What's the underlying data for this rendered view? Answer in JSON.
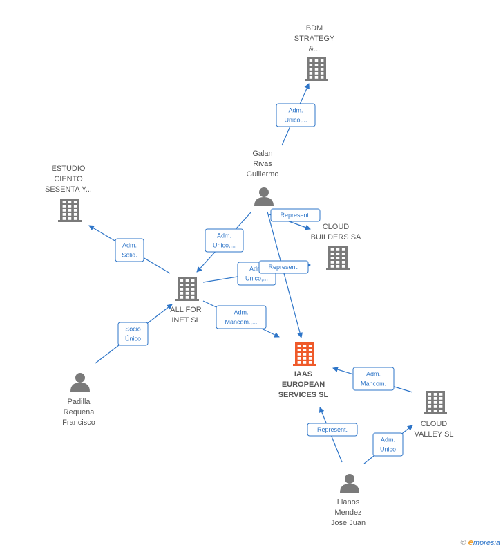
{
  "colors": {
    "edge": "#2e75c8",
    "node": "#7a7a7a",
    "main_node": "#ef5a2a"
  },
  "nodes": {
    "bdm": {
      "lines": [
        "BDM",
        "STRATEGY",
        "&..."
      ],
      "icon": "building-icon"
    },
    "galan": {
      "lines": [
        "Galan",
        "Rivas",
        "Guillermo"
      ],
      "icon": "person-icon"
    },
    "estudio": {
      "lines": [
        "ESTUDIO",
        "CIENTO",
        "SESENTA Y..."
      ],
      "icon": "building-icon"
    },
    "cloud_builders": {
      "lines": [
        "CLOUD",
        "BUILDERS SA"
      ],
      "icon": "building-icon"
    },
    "allfor": {
      "lines": [
        "ALL FOR",
        "INET SL"
      ],
      "icon": "building-icon"
    },
    "iaas": {
      "lines": [
        "IAAS",
        "EUROPEAN",
        "SERVICES  SL"
      ],
      "icon": "building-icon"
    },
    "padilla": {
      "lines": [
        "Padilla",
        "Requena",
        "Francisco"
      ],
      "icon": "person-icon"
    },
    "cloud_valley": {
      "lines": [
        "CLOUD",
        "VALLEY  SL"
      ],
      "icon": "building-icon"
    },
    "llanos": {
      "lines": [
        "Llanos",
        "Mendez",
        "Jose Juan"
      ],
      "icon": "person-icon"
    }
  },
  "edges": [
    {
      "id": "galan-bdm",
      "lines": [
        "Adm.",
        "Unico,..."
      ]
    },
    {
      "id": "galan-cloudbuilders",
      "lines": [
        "Represent."
      ]
    },
    {
      "id": "galan-allfor",
      "lines": [
        "Adm.",
        "Unico,..."
      ]
    },
    {
      "id": "allfor-cloudbuilders",
      "lines": [
        "Adm.",
        "Unico,..."
      ]
    },
    {
      "id": "galan-iaas",
      "lines": [
        "Represent."
      ]
    },
    {
      "id": "allfor-estudio",
      "lines": [
        "Adm.",
        "Solid."
      ]
    },
    {
      "id": "allfor-iaas",
      "lines": [
        "Adm.",
        "Mancom.,..."
      ]
    },
    {
      "id": "padilla-allfor",
      "lines": [
        "Socio",
        "Único"
      ]
    },
    {
      "id": "cloudvalley-iaas",
      "lines": [
        "Adm.",
        "Mancom."
      ]
    },
    {
      "id": "llanos-iaas",
      "lines": [
        "Represent."
      ]
    },
    {
      "id": "llanos-cloudvalley",
      "lines": [
        "Adm.",
        "Unico"
      ]
    }
  ],
  "footer": {
    "copyright": "©",
    "brand_initial": "e",
    "brand_rest": "mpresia"
  }
}
